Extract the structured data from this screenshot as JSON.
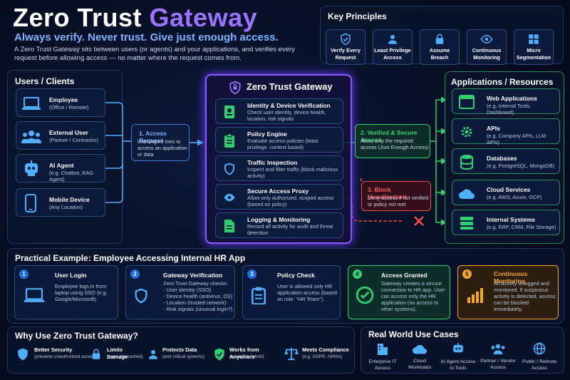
{
  "header": {
    "title_part1": "Zero Trust ",
    "title_part2": "Gateway",
    "subtitle": "Always verify. Never trust. Give just enough access.",
    "intro": "A Zero Trust Gateway sits between users (or agents) and your applications, and verifies every request before allowing access — no matter where the request comes from."
  },
  "key_principles": {
    "title": "Key Principles",
    "items": [
      {
        "label": "Verify Every Request",
        "icon": "shield-check-icon"
      },
      {
        "label": "Least Privilege Access",
        "icon": "person-icon"
      },
      {
        "label": "Assume Breach",
        "icon": "lock-icon"
      },
      {
        "label": "Continuous Monitoring",
        "icon": "eye-icon"
      },
      {
        "label": "Micro Segmentation",
        "icon": "grid-icon"
      }
    ]
  },
  "users": {
    "title": "Users / Clients",
    "items": [
      {
        "label": "Employee",
        "sub": "(Office / Remote)",
        "icon": "laptop-icon"
      },
      {
        "label": "External User",
        "sub": "(Partner / Contractor)",
        "icon": "group-icon"
      },
      {
        "label": "AI Agent",
        "sub": "(e.g. Chatbot, RAG Agent)",
        "icon": "robot-icon"
      },
      {
        "label": "Mobile Device",
        "sub": "(Any Location)",
        "icon": "phone-icon"
      }
    ]
  },
  "flow": {
    "access_request": {
      "title": "1. Access Request",
      "desc": "User/Agent tries to access an application or data"
    },
    "verified": {
      "title": "2. Verified & Secure Access",
      "desc": "Allow only the required access (Just Enough Access)"
    },
    "blocked": {
      "title": "3. Block Unauthorized",
      "desc": "Deny access if not verified or policy not met"
    }
  },
  "gateway": {
    "title": "Zero Trust Gateway",
    "items": [
      {
        "label": "Identity & Device Verification",
        "sub": "Check user identity, device health, location, risk signals",
        "icon": "id-card-icon"
      },
      {
        "label": "Policy Engine",
        "sub": "Evaluate access policies (least privilege, context based)",
        "icon": "clipboard-icon"
      },
      {
        "label": "Traffic Inspection",
        "sub": "Inspect and filter traffic (block malicious activity)",
        "icon": "shield-icon"
      },
      {
        "label": "Secure Access Proxy",
        "sub": "Allow only authorized, scoped access (based on policy)",
        "icon": "eye-icon"
      },
      {
        "label": "Logging & Monitoring",
        "sub": "Record all activity for audit and threat detection",
        "icon": "document-icon"
      }
    ]
  },
  "apps": {
    "title": "Applications / Resources",
    "items": [
      {
        "label": "Web Applications",
        "sub": "(e.g. Internal Tools, Dashboard)",
        "icon": "browser-icon"
      },
      {
        "label": "APIs",
        "sub": "(e.g. Company APIs, LLM APIs)",
        "icon": "gear-icon"
      },
      {
        "label": "Databases",
        "sub": "(e.g. PostgreSQL, MongoDB)",
        "icon": "database-icon"
      },
      {
        "label": "Cloud Services",
        "sub": "(e.g. AWS, Azure, GCP)",
        "icon": "cloud-icon"
      },
      {
        "label": "Internal Systems",
        "sub": "(e.g. ERP, CRM, File Storage)",
        "icon": "server-icon"
      }
    ]
  },
  "example": {
    "title": "Practical Example: Employee Accessing Internal HR App",
    "steps": [
      {
        "num": "1",
        "title": "User Login",
        "desc": "Employee logs in from laptop using SSO (e.g. Google/Microsoft).",
        "icon": "laptop-icon"
      },
      {
        "num": "2",
        "title": "Gateway Verification",
        "desc": "Zero Trust Gateway checks:\n- User identity (SSO)\n- Device health (antivirus, OS)\n- Location (trusted network)\n- Risk signals (unusual login?)",
        "icon": "shield-icon"
      },
      {
        "num": "3",
        "title": "Policy Check",
        "desc": "User is allowed only HR application access (based on role: \"HR Team\").",
        "icon": "clipboard-icon"
      },
      {
        "num": "4",
        "title": "Access Granted",
        "desc": "Gateway creates a secure connection to HR app. User can access only the HR application (no access to other systems).",
        "icon": "check-circle-icon"
      },
      {
        "num": "5",
        "title": "Continuous Monitoring",
        "desc": "All activity is logged and monitored. If suspicious activity is detected, access can be blocked immediately.",
        "icon": "bar-chart-icon"
      }
    ]
  },
  "why": {
    "title": "Why Use Zero Trust Gateway?",
    "items": [
      {
        "label": "Better Security",
        "sub": "(prevents unauthorized access)",
        "icon": "shield-icon"
      },
      {
        "label": "Limits Damage",
        "sub": "(even if breached)",
        "icon": "lock-icon"
      },
      {
        "label": "Protects Data",
        "sub": "(and critical systems)",
        "icon": "person-icon"
      },
      {
        "label": "Works from Anywhere",
        "sub": "(remote & hybrid)",
        "icon": "shield-check-icon"
      },
      {
        "label": "Meets Compliance",
        "sub": "(e.g. GDPR, HIPAA)",
        "icon": "scales-icon"
      }
    ]
  },
  "use_cases": {
    "title": "Real World Use Cases",
    "items": [
      {
        "label": "Enterprise IT Access",
        "icon": "building-icon"
      },
      {
        "label": "Cloud Workloads",
        "icon": "cloud-icon"
      },
      {
        "label": "AI Agent Access to Tools",
        "icon": "robot-icon"
      },
      {
        "label": "Partner / Vendor Access",
        "icon": "group-icon"
      },
      {
        "label": "Public / Remote Access",
        "icon": "globe-icon"
      }
    ]
  },
  "colors": {
    "accent_purple": "#9b73ff",
    "accent_blue": "#1f6fe0",
    "green": "#2fd06f",
    "red": "#ff4a4a",
    "orange": "#f5a623"
  }
}
